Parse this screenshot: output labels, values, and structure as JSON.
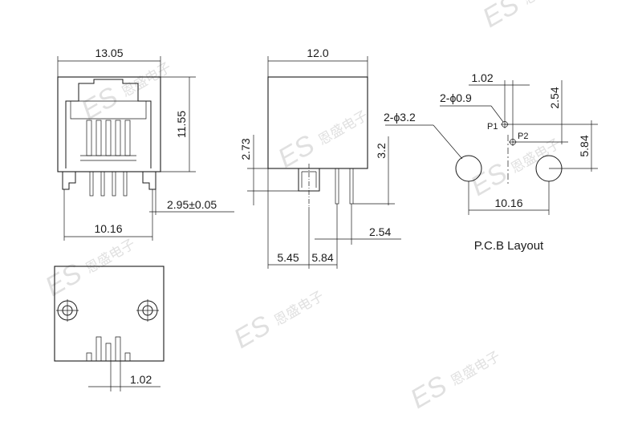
{
  "watermark": {
    "brand": "ES",
    "chars": "恩盛电子"
  },
  "front_view": {
    "width": "13.05",
    "height": "11.55",
    "pin_offset": "2.95±0.05",
    "pin_span": "10.16"
  },
  "side_view": {
    "width": "12.0",
    "standoff": "2.73",
    "post_length": "3.2",
    "post_pitch": "2.54",
    "post_offset_a": "5.45",
    "post_offset_b": "5.84"
  },
  "bottom_view": {
    "pin_pitch": "1.02"
  },
  "pcb_layout": {
    "pitch": "1.02",
    "small_holes": "2-ϕ0.9",
    "large_holes": "2-ϕ3.2",
    "row_offset": "2.54",
    "peg_offset": "5.84",
    "peg_span": "10.16",
    "p1": "P1",
    "p2": "P2",
    "caption": "P.C.B Layout"
  }
}
